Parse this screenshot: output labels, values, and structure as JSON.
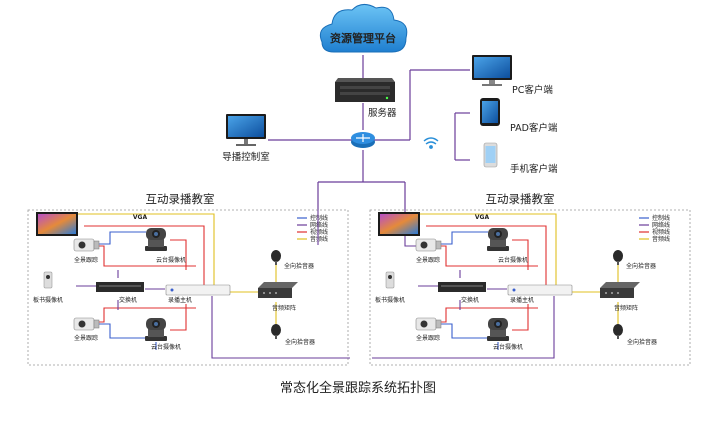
{
  "cloud": {
    "label": "资源管理平台"
  },
  "server": {
    "label": "服务器"
  },
  "control_room": {
    "label": "导播控制室"
  },
  "clients": {
    "pc": "PC客户端",
    "pad": "PAD客户端",
    "phone": "手机客户端"
  },
  "classroom_left": {
    "title": "互动录播教室",
    "vga": "VGA",
    "panorama_top": "全景跟踪",
    "ptz_top": "云台摄像机",
    "switch": "交换机",
    "blackboard_cam": "板书摄像机",
    "recorder": "录播主机",
    "panorama_bottom": "全景跟踪",
    "ptz_bottom": "云台摄像机",
    "mic_top": "全向拾音器",
    "audio_matrix": "音频矩阵",
    "mic_bottom": "全向拾音器",
    "legend": [
      "控制线",
      "网络线",
      "视频线",
      "音频线"
    ]
  },
  "classroom_right": {
    "title": "互动录播教室",
    "vga": "VGA",
    "panorama_top": "全景跟踪",
    "ptz_top": "云台摄像机",
    "switch": "交换机",
    "blackboard_cam": "板书摄像机",
    "recorder": "录播主机",
    "panorama_bottom": "全景跟踪",
    "ptz_bottom": "云台摄像机",
    "mic_top": "全向拾音器",
    "audio_matrix": "音频矩阵",
    "mic_bottom": "全向拾音器",
    "legend": [
      "控制线",
      "网络线",
      "视频线",
      "音频线"
    ]
  },
  "caption": "常态化全景跟踪系统拓扑图",
  "colors": {
    "network": "#6a3d9a",
    "control": "#3a5fcd",
    "video": "#e03030",
    "audio": "#e0c020",
    "cloud": "#2a8fd8"
  }
}
